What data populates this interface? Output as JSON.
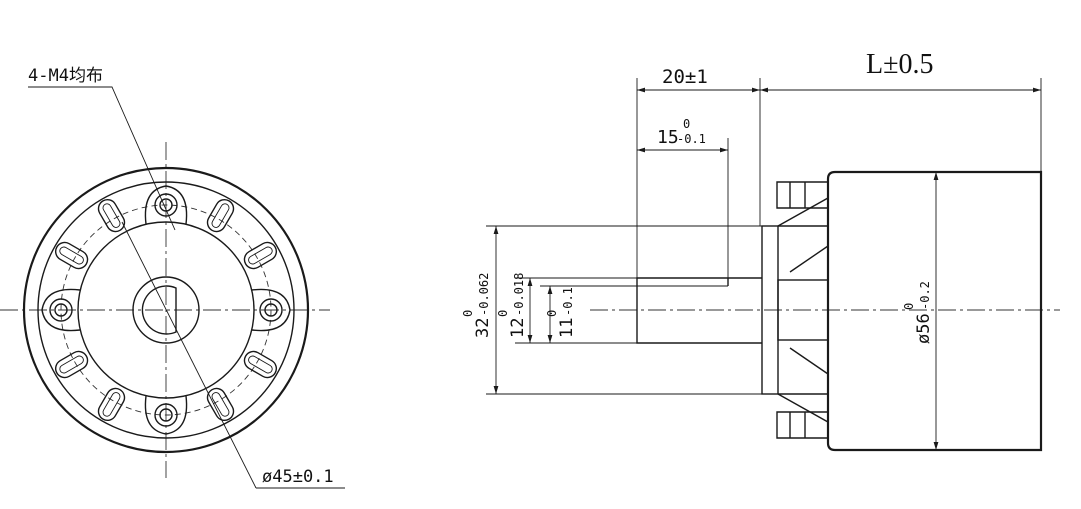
{
  "front_view": {
    "hole_callout": "4-M4均布",
    "pcd_label": "ø45±0.1"
  },
  "side_view": {
    "length_dim": "L±0.5",
    "shaft_length_dim": "20±1",
    "flat_length_dim": {
      "base": "15",
      "upper": "0",
      "lower": "-0.1"
    },
    "flange_dia_dim": {
      "base": "32",
      "upper": "0",
      "lower": "-0.062"
    },
    "shaft_dia_dim": {
      "base": "12",
      "upper": "0",
      "lower": "-0.018"
    },
    "flat_dim": {
      "base": "11",
      "upper": "0",
      "lower": "-0.1"
    },
    "body_dia_dim": {
      "base": "ø56",
      "upper": "0",
      "lower": "-0.2"
    }
  }
}
